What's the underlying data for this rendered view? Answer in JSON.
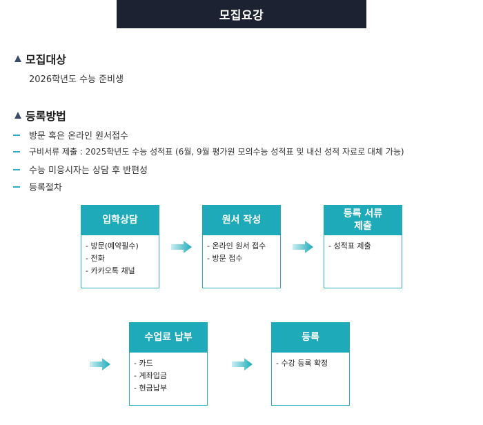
{
  "header": {
    "title": "모집요강"
  },
  "sections": {
    "target": {
      "heading": "모집대상",
      "text": "2026학년도 수능 준비생"
    },
    "method": {
      "heading": "등록방법",
      "items": [
        "방문 혹은 온라인 원서접수",
        "구비서류 제출 : 2025학년도 수능 성적표 (6월, 9월 평가원 모의수능 성적표 및 내신 성적 자료로 대체 가능)",
        "수능 미응시자는 상담 후 반편성",
        "등록절차"
      ]
    }
  },
  "steps": [
    {
      "title": "입학상담",
      "lines": [
        "- 방문(예약필수)",
        "- 전화",
        "- 카카오톡 채널"
      ]
    },
    {
      "title": "원서 작성",
      "lines": [
        "- 온라인 원서 접수",
        "- 방문 접수"
      ]
    },
    {
      "title_lines": [
        "등록 서류",
        "제출"
      ],
      "lines": [
        "- 성적표 제출"
      ]
    },
    {
      "title": "수업료 납부",
      "lines": [
        "- 카드",
        "- 계좌입금",
        "- 현금납부"
      ]
    },
    {
      "title": "등록",
      "lines": [
        "- 수강 등록 확정"
      ]
    }
  ],
  "colors": {
    "accent": "#1eaab9",
    "header_bg": "#1d2232",
    "triangle": "#3a4a6b"
  },
  "icons": {
    "section_marker": "triangle-icon",
    "bullet": "dash-icon",
    "flow": "arrow-right-icon"
  }
}
